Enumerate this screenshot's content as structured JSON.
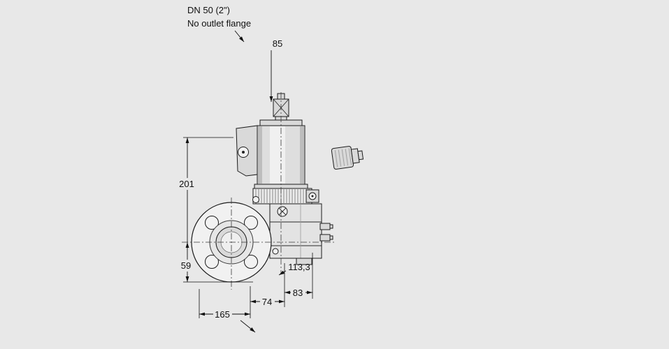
{
  "colors": {
    "background": "#e8e8e8",
    "line": "#1c1c1c"
  },
  "note": {
    "line1": "DN 50 (2\")",
    "line2": "No outlet flange"
  },
  "dimensions": {
    "top_offset": "85",
    "overall_height": "201",
    "center_to_bottom": "59",
    "flange_to_center": "74",
    "center_to_outlet": "83",
    "diagonal": "113,3",
    "flange_diameter": "165"
  }
}
